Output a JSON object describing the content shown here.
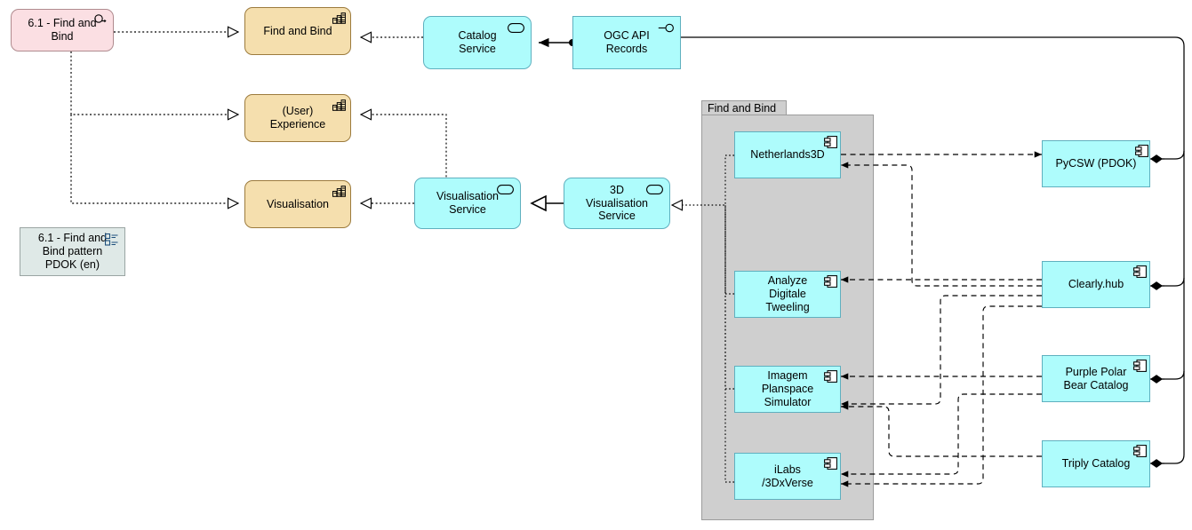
{
  "diagram": {
    "title": "6.1 - Find and Bind pattern PDOK (en)",
    "colors": {
      "capability_fill": "#f5dfae",
      "capability_stroke": "#9c7b3d",
      "service_fill": "#aefcfc",
      "service_stroke": "#5fb0bf",
      "pink_fill": "#fbdfe3",
      "pink_stroke": "#b08b8f",
      "grouping_fill": "#cfcfcf",
      "grouping_stroke": "#9c9c9c",
      "viewref_fill": "#dfe9e7",
      "viewref_stroke": "#9aa5a3",
      "line": "#000000",
      "canvas": "#ffffff"
    }
  },
  "nodes": {
    "origin_view": {
      "label": "6.1 -  Find and\nBind",
      "icon": "value-stream-icon"
    },
    "legend_view": {
      "label": "6.1 - Find and\nBind pattern\nPDOK (en)",
      "icon": "view-icon"
    },
    "cap_find_and_bind": {
      "label": "Find and Bind",
      "icon": "capability-icon"
    },
    "cap_user_experience": {
      "label": "(User)\nExperience",
      "icon": "capability-icon"
    },
    "cap_visualisation": {
      "label": "Visualisation",
      "icon": "capability-icon"
    },
    "svc_catalog": {
      "label": "Catalog\nService",
      "icon": "application-service-icon"
    },
    "svc_visualisation": {
      "label": "Visualisation\nService",
      "icon": "application-service-icon"
    },
    "svc_3d_visualisation": {
      "label": "3D\nVisualisation\nService",
      "icon": "application-service-icon"
    },
    "iface_ogc_api_records": {
      "label": "OGC API\nRecords",
      "icon": "application-interface-icon"
    },
    "grouping_find_and_bind": {
      "label": "Find and Bind"
    },
    "cmp_netherlands3d": {
      "label": "Netherlands3D",
      "icon": "application-component-icon"
    },
    "cmp_analyze_digitale_tweeling": {
      "label": "Analyze\nDigitale\nTweeling",
      "icon": "application-component-icon"
    },
    "cmp_imagem_planspace_simulator": {
      "label": "Imagem\nPlanspace\nSimulator",
      "icon": "application-component-icon"
    },
    "cmp_ilabs_3dxverse": {
      "label": "iLabs\n/3DxVerse",
      "icon": "application-component-icon"
    },
    "cmp_pycsw_pdok": {
      "label": "PyCSW (PDOK)",
      "icon": "application-component-icon"
    },
    "cmp_clearly_hub": {
      "label": "Clearly.hub",
      "icon": "application-component-icon"
    },
    "cmp_purple_polar_bear_catalog": {
      "label": "Purple Polar\nBear Catalog",
      "icon": "application-component-icon"
    },
    "cmp_triply_catalog": {
      "label": "Triply Catalog",
      "icon": "application-component-icon"
    }
  },
  "relationships": [
    {
      "type": "realization",
      "from": "origin_view",
      "to": "cap_find_and_bind"
    },
    {
      "type": "realization",
      "from": "origin_view",
      "to": "cap_user_experience"
    },
    {
      "type": "realization",
      "from": "origin_view",
      "to": "cap_visualisation"
    },
    {
      "type": "realization",
      "from": "svc_catalog",
      "to": "cap_find_and_bind"
    },
    {
      "type": "realization",
      "from": "svc_visualisation",
      "to": "cap_user_experience"
    },
    {
      "type": "realization",
      "from": "svc_visualisation",
      "to": "cap_visualisation"
    },
    {
      "type": "assignment",
      "from": "iface_ogc_api_records",
      "to": "svc_catalog"
    },
    {
      "type": "specialization",
      "from": "svc_3d_visualisation",
      "to": "svc_visualisation"
    },
    {
      "type": "realization",
      "from": "grouping_find_and_bind",
      "to": "svc_3d_visualisation"
    },
    {
      "type": "composition",
      "from": "iface_ogc_api_records",
      "to": "cmp_pycsw_pdok"
    },
    {
      "type": "composition",
      "from": "iface_ogc_api_records",
      "to": "cmp_clearly_hub"
    },
    {
      "type": "composition",
      "from": "iface_ogc_api_records",
      "to": "cmp_purple_polar_bear_catalog"
    },
    {
      "type": "composition",
      "from": "iface_ogc_api_records",
      "to": "cmp_triply_catalog"
    },
    {
      "type": "flow",
      "from": "cmp_netherlands3d",
      "to": "cmp_pycsw_pdok"
    },
    {
      "type": "flow",
      "from": "cmp_clearly_hub",
      "to": "cmp_netherlands3d"
    },
    {
      "type": "flow",
      "from": "cmp_clearly_hub",
      "to": "cmp_analyze_digitale_tweeling"
    },
    {
      "type": "flow",
      "from": "cmp_clearly_hub",
      "to": "cmp_imagem_planspace_simulator"
    },
    {
      "type": "flow",
      "from": "cmp_clearly_hub",
      "to": "cmp_ilabs_3dxverse"
    },
    {
      "type": "flow",
      "from": "cmp_purple_polar_bear_catalog",
      "to": "cmp_imagem_planspace_simulator"
    },
    {
      "type": "flow",
      "from": "cmp_purple_polar_bear_catalog",
      "to": "cmp_ilabs_3dxverse"
    },
    {
      "type": "flow",
      "from": "cmp_triply_catalog",
      "to": "cmp_imagem_planspace_simulator"
    }
  ]
}
